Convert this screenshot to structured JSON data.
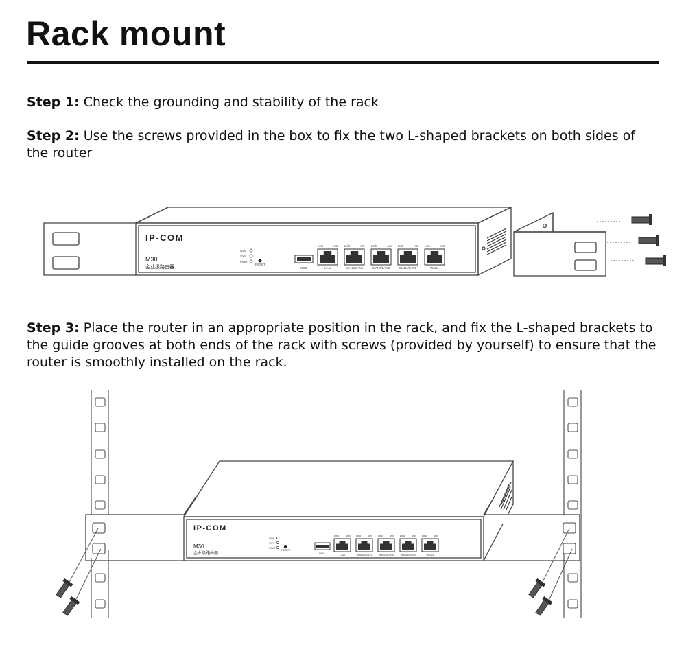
{
  "page": {
    "title": "Rack mount"
  },
  "steps": [
    {
      "label": "Step 1:",
      "text": "Check the grounding and stability of the rack"
    },
    {
      "label": "Step 2:",
      "text": "Use the screws provided in the box to fix the two L-shaped brackets on both sides of the router"
    },
    {
      "label": "Step 3:",
      "text": "Place the router in an appropriate position in the rack, and fix the L-shaped brackets to the guide grooves at both ends of the rack with screws (provided by yourself) to ensure that the router is smoothly installed on the rack."
    }
  ],
  "device": {
    "brand": "IP-COM",
    "model": "M30",
    "subtitle": "企业级路由器",
    "leds": [
      "USB",
      "SYS",
      "PWR"
    ],
    "reset_label": "RESET",
    "usb_label": "USB",
    "port_led_labels": [
      "Link",
      "Act"
    ],
    "ports": [
      "LAN",
      "WAN2/LAN1",
      "WAN3/LAN0",
      "WAN4/LAN0",
      "WAN1"
    ]
  }
}
